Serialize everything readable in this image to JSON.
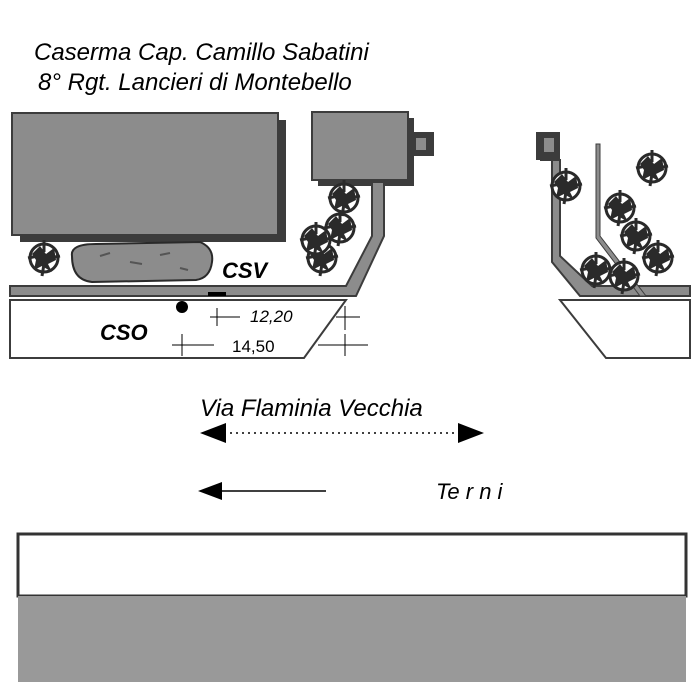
{
  "title": {
    "line1": "Caserma Cap. Camillo Sabatini",
    "line2": "8° Rgt. Lancieri di Montebello"
  },
  "labels": {
    "csv": "CSV",
    "cso": "CSO",
    "dim1": "12,20",
    "dim2": "14,50",
    "street": "Via Flaminia Vecchia",
    "direction": "Te r n i"
  },
  "colors": {
    "building": "#8c8c8c",
    "building_shadow": "#3c3c3c",
    "road_gray": "#999999",
    "outline": "#333333",
    "foliage": "#2a2a2a"
  }
}
